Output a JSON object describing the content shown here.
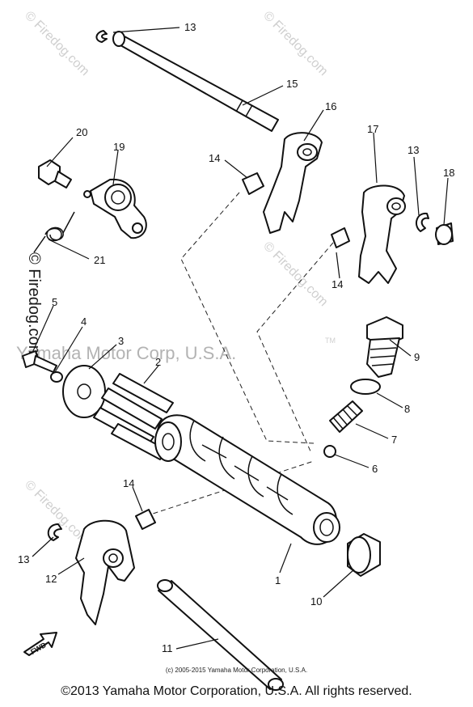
{
  "watermarks": {
    "brand": "© Firedog.com",
    "owner": "Yamaha Motor Corp, U.S.A.",
    "tm": "TM"
  },
  "callouts": {
    "c1": "1",
    "c2": "2",
    "c3": "3",
    "c4": "4",
    "c5": "5",
    "c6": "6",
    "c7": "7",
    "c8": "8",
    "c9": "9",
    "c10": "10",
    "c11": "11",
    "c12": "12",
    "c13a": "13",
    "c13b": "13",
    "c13c": "13",
    "c14a": "14",
    "c14b": "14",
    "c14c": "14",
    "c15": "15",
    "c16": "16",
    "c17": "17",
    "c18": "18",
    "c19": "19",
    "c20": "20",
    "c21": "21"
  },
  "fwd_label": "FWD",
  "footer": {
    "small_copyright": "(c) 2005-2015 Yamaha Motor Corporation, U.S.A.",
    "main_copyright": "©2013 Yamaha Motor Corporation, U.S.A. All rights reserved."
  }
}
